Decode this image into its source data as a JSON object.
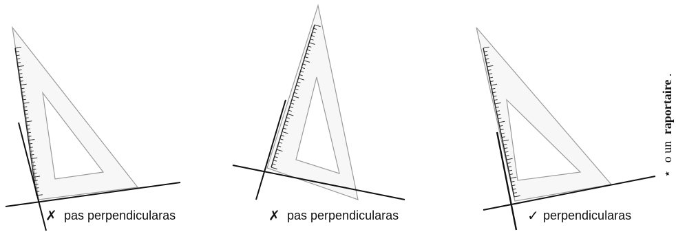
{
  "panels": [
    {
      "mark": "✗",
      "caption": "pas perpendicularas",
      "correct": false
    },
    {
      "mark": "✗",
      "caption": "pas perpendicularas",
      "correct": false
    },
    {
      "mark": "✓",
      "caption": "perpendicularas",
      "correct": true
    }
  ],
  "side_note": {
    "star": "⋆",
    "prefix": "o un",
    "bold": "raportaire",
    "suffix": "."
  },
  "colors": {
    "ink": "#111111",
    "triangle_fill": "#f7f7f7",
    "triangle_edge": "#9a9a9a"
  }
}
